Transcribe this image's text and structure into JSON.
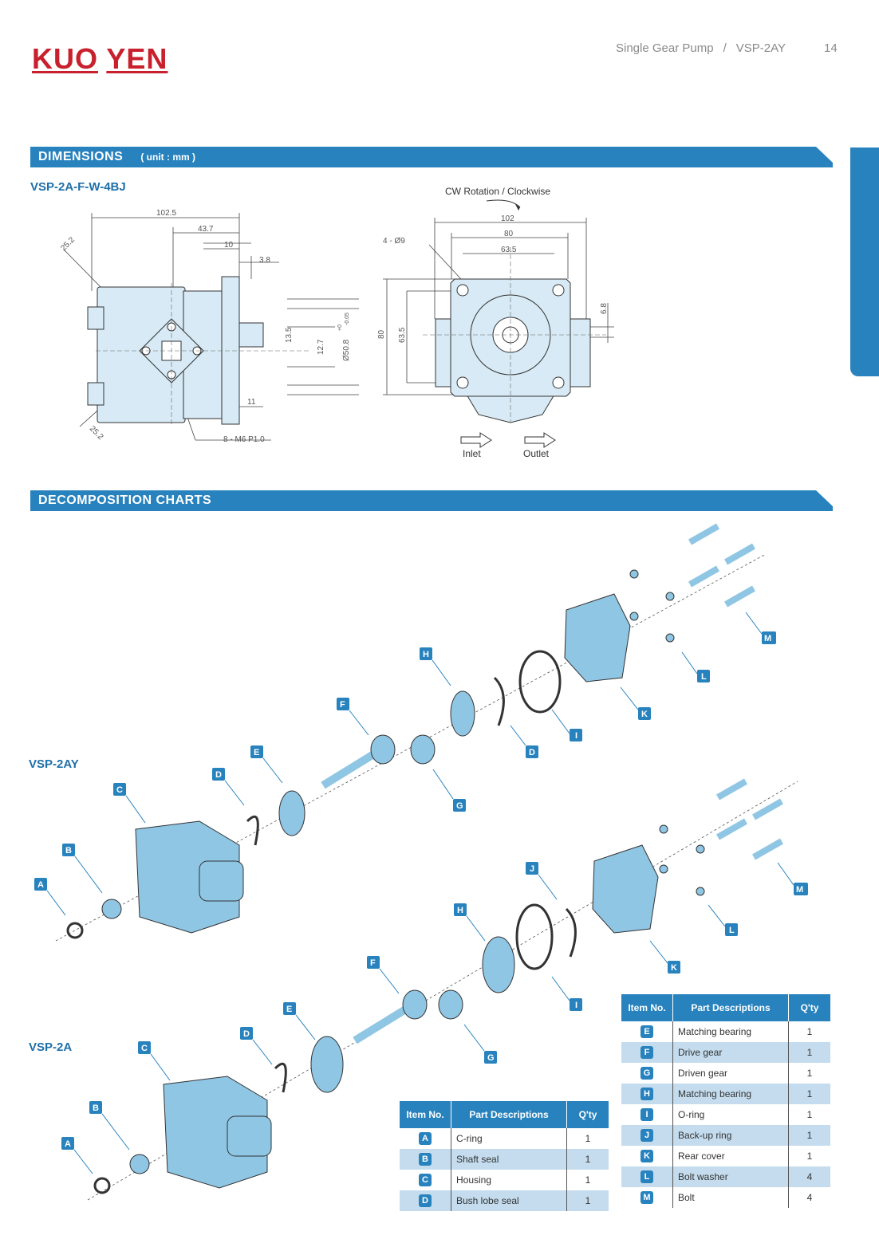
{
  "brand": {
    "name_a": "KUO",
    "name_b": "YEN"
  },
  "header": {
    "product": "Single Gear Pump",
    "separator": "/",
    "model": "VSP-2AY",
    "page": "14"
  },
  "dimensions": {
    "title": "DIMENSIONS",
    "unit": "( unit : mm )",
    "model": "VSP-2A-F-W-4BJ",
    "rotation": "CW Rotation / Clockwise",
    "side_labels": [
      "102.5",
      "43.7",
      "10",
      "3.8",
      "25.2",
      "13.5",
      "12.7",
      "Ø50.8",
      "+0",
      "-0.05",
      "11",
      "25.2",
      "8 - M6 P1.0"
    ],
    "front_labels": [
      "102",
      "80",
      "63.5",
      "4 - Ø9",
      "80",
      "63.5",
      "6.8"
    ],
    "inlet": "Inlet",
    "outlet": "Outlet"
  },
  "decomposition": {
    "title": "DECOMPOSITION CHARTS",
    "model_a": "VSP-2AY",
    "model_b": "VSP-2A",
    "callouts_a": [
      "A",
      "B",
      "C",
      "D",
      "E",
      "F",
      "G",
      "H",
      "D",
      "I",
      "K",
      "L",
      "M"
    ],
    "callouts_b": [
      "A",
      "B",
      "C",
      "D",
      "E",
      "F",
      "G",
      "H",
      "J",
      "I",
      "K",
      "L",
      "M"
    ]
  },
  "table_headers": {
    "item": "Item No.",
    "desc": "Part Descriptions",
    "qty": "Q'ty"
  },
  "parts_left": [
    {
      "item": "A",
      "desc": "C-ring",
      "qty": "1"
    },
    {
      "item": "B",
      "desc": "Shaft seal",
      "qty": "1"
    },
    {
      "item": "C",
      "desc": "Housing",
      "qty": "1"
    },
    {
      "item": "D",
      "desc": "Bush lobe seal",
      "qty": "1"
    }
  ],
  "parts_right": [
    {
      "item": "E",
      "desc": "Matching bearing",
      "qty": "1"
    },
    {
      "item": "F",
      "desc": "Drive gear",
      "qty": "1"
    },
    {
      "item": "G",
      "desc": "Driven gear",
      "qty": "1"
    },
    {
      "item": "H",
      "desc": "Matching bearing",
      "qty": "1"
    },
    {
      "item": "I",
      "desc": "O-ring",
      "qty": "1"
    },
    {
      "item": "J",
      "desc": "Back-up ring",
      "qty": "1"
    },
    {
      "item": "K",
      "desc": "Rear cover",
      "qty": "1"
    },
    {
      "item": "L",
      "desc": "Bolt washer",
      "qty": "4"
    },
    {
      "item": "M",
      "desc": "Bolt",
      "qty": "4"
    }
  ]
}
